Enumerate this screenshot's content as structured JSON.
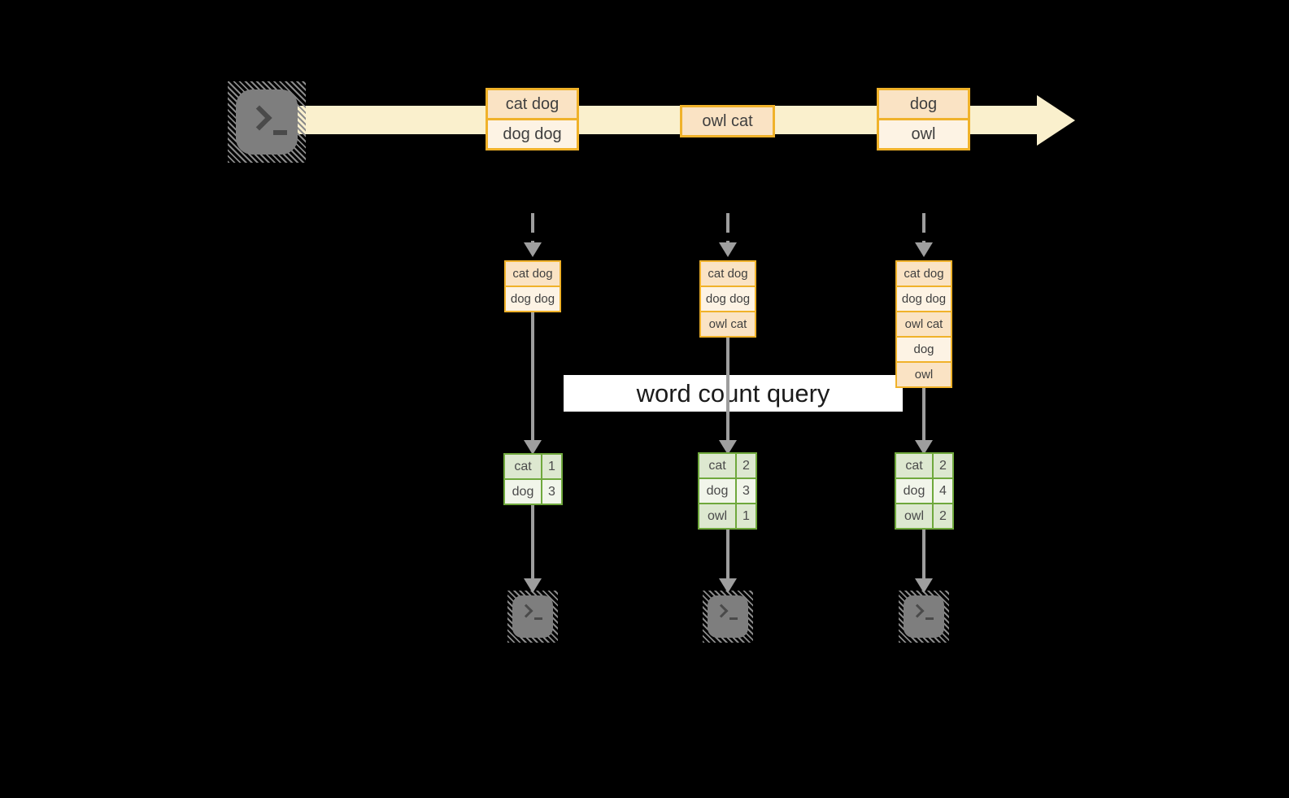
{
  "diagram": {
    "query_label": "word count query",
    "icons": {
      "source": "terminal-icon",
      "sinks": [
        "terminal-icon",
        "terminal-icon",
        "terminal-icon"
      ],
      "stream_arrow": "right-arrow",
      "flow_arrows": "down-arrow"
    },
    "stream_batches": [
      {
        "records": [
          "cat dog",
          "dog dog"
        ]
      },
      {
        "records": [
          "owl cat"
        ]
      },
      {
        "records": [
          "dog",
          "owl"
        ]
      }
    ],
    "columns": [
      {
        "inputs": [
          "cat dog",
          "dog dog"
        ],
        "counts": [
          {
            "word": "cat",
            "count": "1"
          },
          {
            "word": "dog",
            "count": "3"
          }
        ]
      },
      {
        "inputs": [
          "cat dog",
          "dog dog",
          "owl cat"
        ],
        "counts": [
          {
            "word": "cat",
            "count": "2"
          },
          {
            "word": "dog",
            "count": "3"
          },
          {
            "word": "owl",
            "count": "1"
          }
        ]
      },
      {
        "inputs": [
          "cat dog",
          "dog dog",
          "owl cat",
          "dog",
          "owl"
        ],
        "counts": [
          {
            "word": "cat",
            "count": "2"
          },
          {
            "word": "dog",
            "count": "4"
          },
          {
            "word": "owl",
            "count": "2"
          }
        ]
      }
    ],
    "colors": {
      "background": "#000000",
      "stream_arrow": "#FAF0CD",
      "record_border": "#F0B22A",
      "record_fill_dark": "#FAE3C4",
      "record_fill_light": "#FDF3E4",
      "table_border": "#6FA83C",
      "table_fill_dark": "#DDE8D0",
      "table_fill_light": "#F1F5EA",
      "arrow_gray": "#9E9E9E",
      "terminal_gray": "#7E7E7E",
      "query_box": "#FFFFFF"
    }
  }
}
